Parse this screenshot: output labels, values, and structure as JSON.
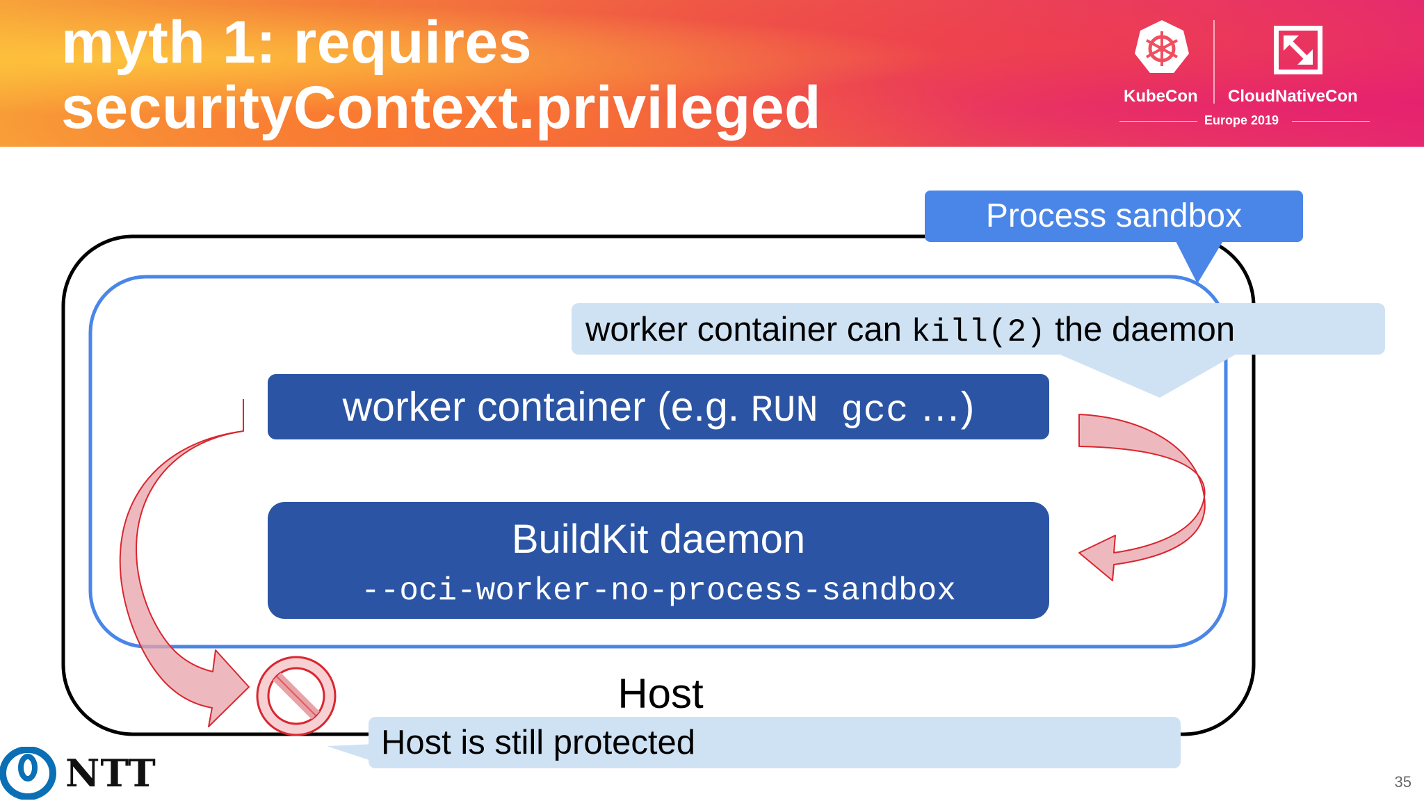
{
  "slide": {
    "title_line1": "myth 1: requires",
    "title_line2": "securityContext.privileged",
    "page_number": "35"
  },
  "logos": {
    "kubecon": "KubeCon",
    "cloudnativecon": "CloudNativeCon",
    "event": "Europe 2019",
    "ntt": "NTT"
  },
  "diagram": {
    "process_sandbox_label": "Process sandbox",
    "kill_callout_prefix": "worker container can ",
    "kill_callout_code": "kill(2)",
    "kill_callout_suffix": " the daemon",
    "worker_prefix": "worker container (e.g. ",
    "worker_code": "RUN gcc",
    "worker_suffix": " …)",
    "daemon_title": "BuildKit daemon",
    "daemon_flag": "--oci-worker-no-process-sandbox",
    "host_label": "Host",
    "host_callout": "Host is still protected"
  },
  "colors": {
    "dark_blue": "#2b55a4",
    "accent_blue": "#4a86e8",
    "callout_fill": "#cfe2f3",
    "arrow_fill": "#e8a2a8",
    "arrow_stroke": "#d9262f"
  }
}
